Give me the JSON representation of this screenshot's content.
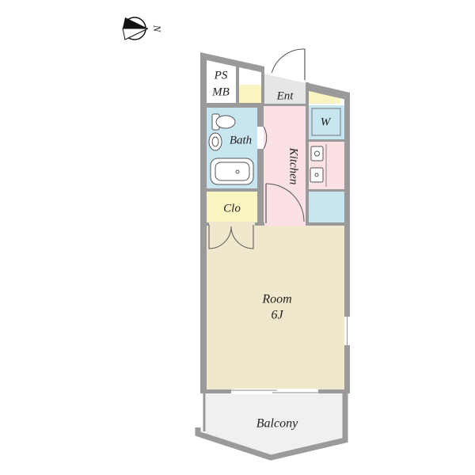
{
  "compass": {
    "label": "N",
    "icon": "north-arrow-icon"
  },
  "rooms": {
    "ps": {
      "label": "PS"
    },
    "mb": {
      "label": "MB"
    },
    "entrance": {
      "label": "Ent"
    },
    "bath": {
      "label": "Bath"
    },
    "kitchen": {
      "label": "Kitchen"
    },
    "washer": {
      "label": "W"
    },
    "closet": {
      "label": "Clo"
    },
    "room": {
      "label": "Room",
      "size": "6J"
    },
    "balcony": {
      "label": "Balcony"
    }
  },
  "colors": {
    "wall": "#9a9a9a",
    "room_floor": "#f0e8cc",
    "bath_floor": "#c8e6f0",
    "kitchen_floor": "#fbe0e4",
    "closet_floor": "#faf4c2",
    "entrance_floor": "#e6e6e6",
    "balcony_floor": "#f0f0f0"
  }
}
